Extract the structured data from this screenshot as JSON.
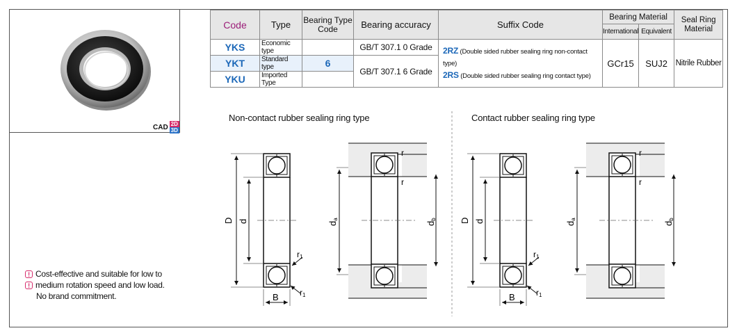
{
  "table": {
    "headers": {
      "code": "Code",
      "type": "Type",
      "bearing_type_code": "Bearing Type Code",
      "accuracy": "Bearing accuracy",
      "suffix": "Suffix Code",
      "material": "Bearing Material",
      "material_international": "International",
      "material_equivalent": "Equivalent",
      "seal_material": "Seal Ring Material"
    },
    "rows": [
      {
        "code": "YKS",
        "type": "Economic type"
      },
      {
        "code": "YKT",
        "type": "Standard type"
      },
      {
        "code": "YKU",
        "type": "Imported Type"
      }
    ],
    "bearing_type_code": "6",
    "accuracy": [
      "GB/T 307.1 0 Grade",
      "GB/T 307.1 6 Grade"
    ],
    "suffix": [
      {
        "code": "2RZ",
        "desc": "(Double sided rubber sealing ring non-contact type)"
      },
      {
        "code": "2RS",
        "desc": "(Double sided rubber sealing ring contact type)"
      }
    ],
    "material_international": "GCr15",
    "material_equivalent": "SUJ2",
    "seal_material": "Nitrile Rubber"
  },
  "cad_badge": {
    "label": "CAD",
    "top": "2D",
    "bottom": "3D"
  },
  "sections": {
    "non_contact": "Non-contact rubber sealing ring type",
    "contact": "Contact rubber sealing ring type"
  },
  "dims": {
    "D": "D",
    "d": "d",
    "B": "B",
    "r": "r",
    "r1": "r",
    "r1_sub": "1",
    "da": "d",
    "da_sub": "a",
    "db": "d",
    "db_sub": "b"
  },
  "notes": [
    "Cost-effective and suitable for low to",
    "medium rotation speed and low load.",
    "No brand commitment."
  ],
  "colors": {
    "code_header": "#9b1d78",
    "code_blue": "#1b67b8",
    "accent_pink": "#d62b6a"
  }
}
